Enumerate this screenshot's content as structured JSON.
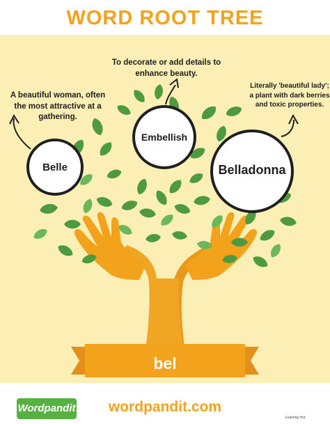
{
  "title": "WORD ROOT TREE",
  "root": "bel",
  "words": [
    {
      "word": "Belle",
      "meaning": "A beautiful woman, often the most attractive at a gathering."
    },
    {
      "word": "Embellish",
      "meaning": "To decorate or add details to enhance beauty."
    },
    {
      "word": "Belladonna",
      "meaning": "Literally 'beautiful lady'; a plant with dark berries and toxic properties."
    }
  ],
  "footer": {
    "brand": "Wordpandit",
    "site": "wordpandit.com",
    "mini_logo_text": "Learning Hut"
  },
  "colors": {
    "accent": "#f2a21b",
    "trunk": "#f0a623",
    "leaf": "#4e9a3e",
    "leaf_light": "#6bb85a",
    "panel": "#fbefb6",
    "brand": "#56b142"
  }
}
